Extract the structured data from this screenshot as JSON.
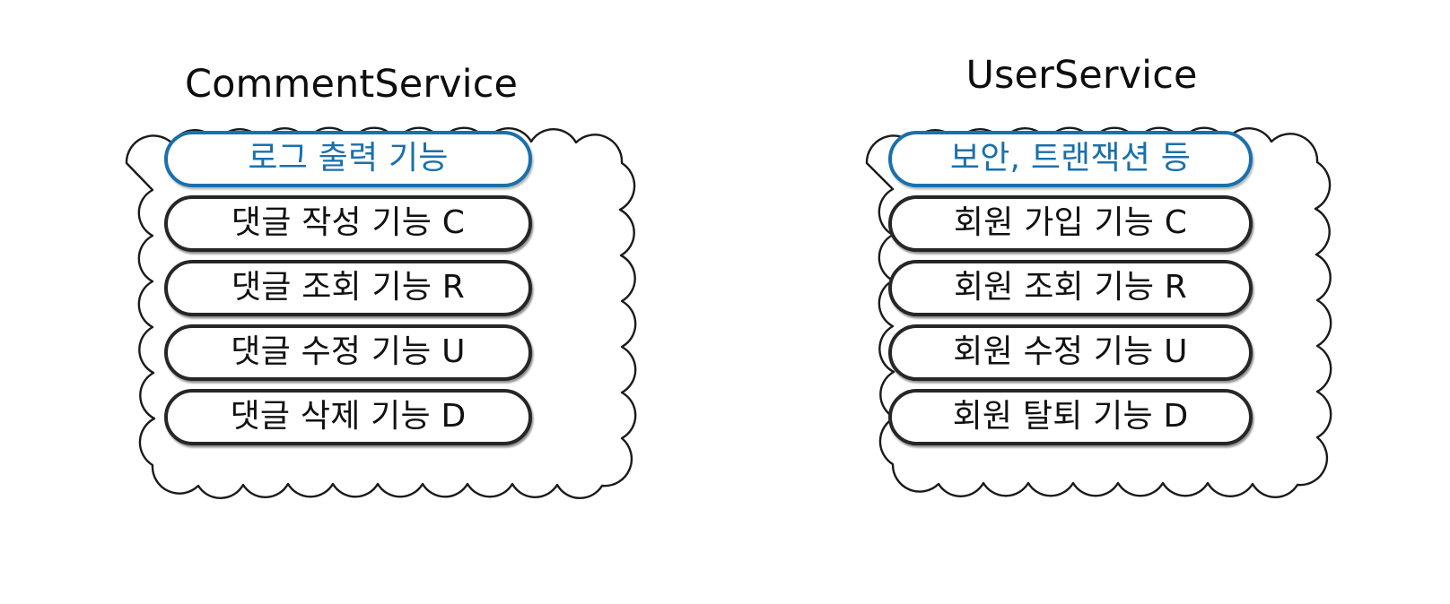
{
  "diagram": {
    "type": "cloud-grouping-diagram",
    "colors": {
      "accent": "#1a70ac",
      "outline_dark": "#262626",
      "text_dark": "#111111",
      "title": "#0d0d0d",
      "cloud_outline": "#1a1a1a",
      "background": "#ffffff"
    },
    "groups": [
      {
        "id": "comment-service",
        "title": "CommentService",
        "items": [
          {
            "label": "로그 출력 기능",
            "style": "accent"
          },
          {
            "label": "댓글 작성 기능 C",
            "style": "dark"
          },
          {
            "label": "댓글 조회 기능 R",
            "style": "dark"
          },
          {
            "label": "댓글 수정 기능 U",
            "style": "dark"
          },
          {
            "label": "댓글 삭제 기능 D",
            "style": "dark"
          }
        ]
      },
      {
        "id": "user-service",
        "title": "UserService",
        "items": [
          {
            "label": "보안, 트랜잭션 등",
            "style": "accent"
          },
          {
            "label": "회원 가입 기능 C",
            "style": "dark"
          },
          {
            "label": "회원 조회 기능 R",
            "style": "dark"
          },
          {
            "label": "회원 수정 기능 U",
            "style": "dark"
          },
          {
            "label": "회원 탈퇴 기능 D",
            "style": "dark"
          }
        ]
      }
    ]
  }
}
